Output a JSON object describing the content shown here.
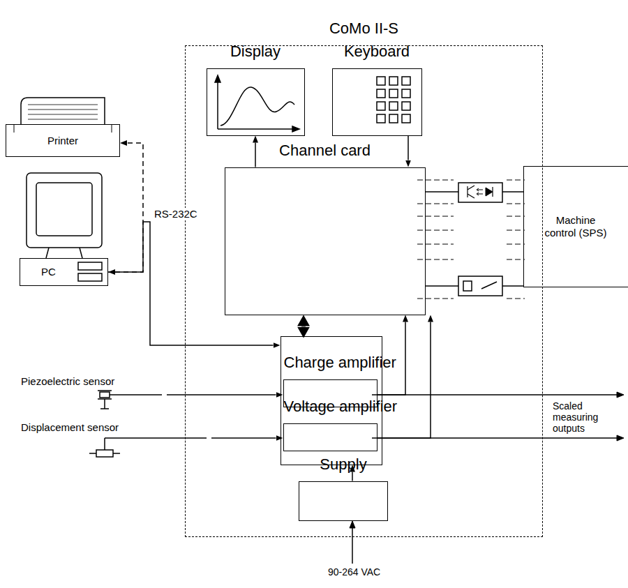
{
  "diagram": {
    "nodes": [
      {
        "text": [
          "CoMo II-S"
        ]
      },
      {
        "text": [
          "Display"
        ],
        "in": 0
      },
      {
        "text": [
          "Keyboard"
        ],
        "in": 0
      },
      {
        "text": [
          "Channel card"
        ],
        "in": 0
      },
      {
        "text": [],
        "in": 0
      },
      {
        "text": [
          "Charge amplifier"
        ],
        "in": 4
      },
      {
        "text": [
          "Voltage amplifier"
        ],
        "in": 4
      },
      {
        "text": [
          "Supply"
        ],
        "in": 0
      },
      {
        "text": [
          "Printer"
        ]
      },
      {
        "text": [
          "PC"
        ]
      },
      {
        "text": [
          "Machine control (SPS)"
        ]
      },
      {
        "text": [
          "Piezoelectric sensor"
        ]
      },
      {
        "text": [
          "Displacement sensor"
        ]
      }
    ],
    "edges": [
      {
        "from": 3,
        "to": 1,
        "arrow": "to"
      },
      {
        "from": 2,
        "to": 3,
        "arrow": "to"
      },
      {
        "from": 4,
        "to": 3,
        "arrow": "both"
      },
      {
        "from": 9,
        "to": 8,
        "arrow": "both"
      },
      {
        "from": 9,
        "to": 4,
        "arrow": "to",
        "label": "RS-232C"
      },
      {
        "from": 11,
        "to": 5,
        "arrow": "to"
      },
      {
        "from": 12,
        "to": 6,
        "arrow": "to"
      },
      {
        "from": 5,
        "to": 3,
        "arrow": "to"
      },
      {
        "from": 6,
        "to": 3,
        "arrow": "to"
      },
      {
        "from": 7,
        "to": 4,
        "arrow": "to"
      },
      {
        "from": 3,
        "to": 10,
        "arrow": "none"
      },
      {
        "from": 3,
        "to": 10,
        "arrow": "none"
      }
    ],
    "labels": [
      "Scaled measuring outputs",
      "90-264 VAC"
    ]
  }
}
